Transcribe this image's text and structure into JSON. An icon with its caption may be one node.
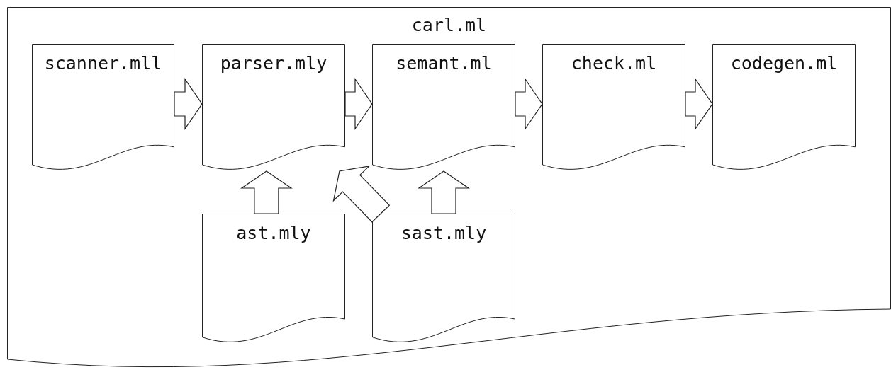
{
  "diagram": {
    "nodes": [
      {
        "text": [
          "carl.ml"
        ]
      },
      {
        "text": [
          "scanner.mll"
        ],
        "in": 0
      },
      {
        "text": [
          "parser.mly"
        ],
        "in": 0
      },
      {
        "text": [
          "semant.ml"
        ],
        "in": 0
      },
      {
        "text": [
          "check.ml"
        ],
        "in": 0
      },
      {
        "text": [
          "codegen.ml"
        ],
        "in": 0
      },
      {
        "text": [
          "ast.mly"
        ],
        "in": 0
      },
      {
        "text": [
          "sast.mly"
        ],
        "in": 0
      }
    ],
    "edges": [
      {
        "from": 1,
        "to": 2,
        "arrow": "to"
      },
      {
        "from": 2,
        "to": 3,
        "arrow": "to"
      },
      {
        "from": 3,
        "to": 4,
        "arrow": "to"
      },
      {
        "from": 4,
        "to": 5,
        "arrow": "to"
      },
      {
        "from": 6,
        "to": 2,
        "arrow": "to"
      },
      {
        "from": 7,
        "to": 3,
        "arrow": "to"
      },
      {
        "from": 7,
        "to": 2,
        "arrow": "to"
      }
    ]
  }
}
